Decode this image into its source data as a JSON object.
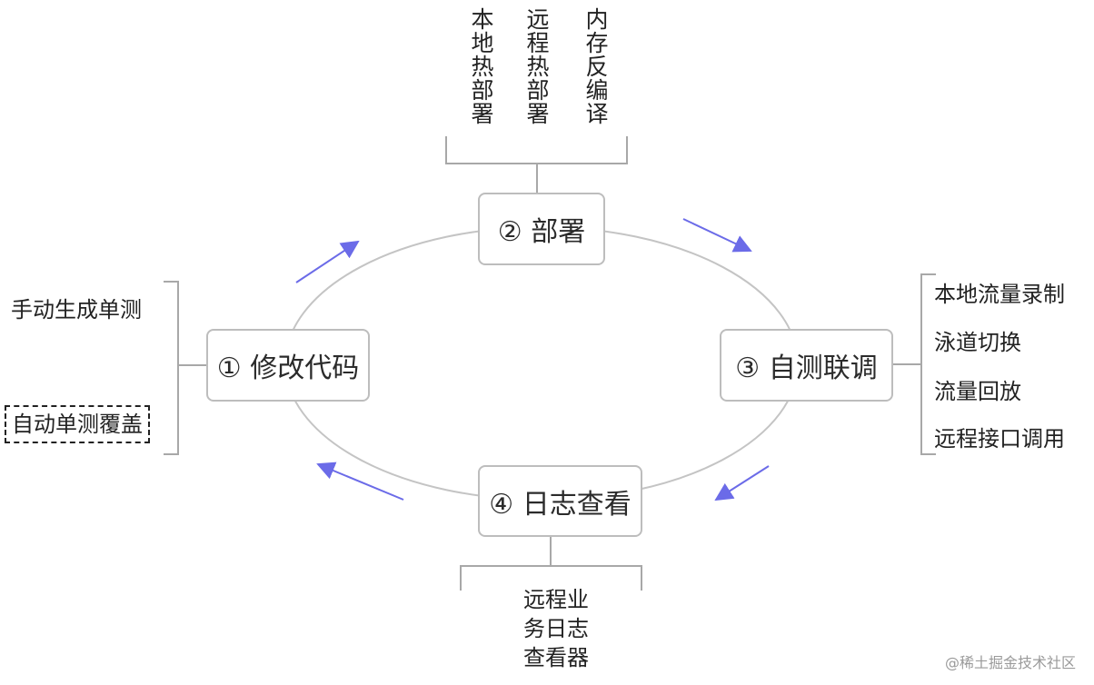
{
  "colors": {
    "cycle_line": "#c4c4c4",
    "node_border": "#bdbdbd",
    "bracket": "#a8a8a8",
    "arrow": "#6b6be8",
    "dashed_border": "#222222"
  },
  "nodes": {
    "code": "① 修改代码",
    "deploy": "② 部署",
    "selftest": "③ 自测联调",
    "logs": "④ 日志查看"
  },
  "deploy_items": [
    "本地热部署",
    "远程热部署",
    "内存反编译"
  ],
  "code_items": [
    "手动生成单测",
    "自动单测覆盖"
  ],
  "selftest_items": [
    "本地流量录制",
    "泳道切换",
    "流量回放",
    "远程接口调用"
  ],
  "logs_item": "远程业\n务日志\n查看器",
  "watermark": "@稀土掘金技术社区"
}
